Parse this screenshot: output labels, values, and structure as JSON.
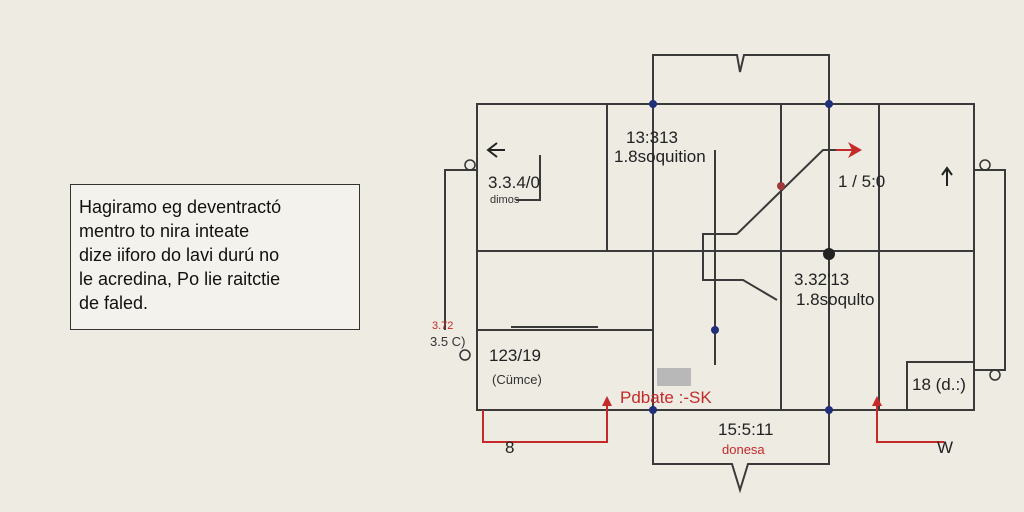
{
  "note": {
    "lines": [
      "Hagiramo eg deventractó",
      "mentro to nira inteate",
      "dize iiforo do lavi durú no",
      "le acredina, Po lie raitctie",
      "de faled."
    ]
  },
  "labels": {
    "top_center_value": "13:313",
    "top_center_sub": "1.8soquition",
    "left_value": "3.3.4/0",
    "left_sub": "dimos",
    "right_top_value": "1 / 5:0",
    "mid_right_value": "3.32'13",
    "mid_right_sub": "1.8soqulto",
    "bottom_left_value": "123/19",
    "bottom_left_sub": "(Cümce)",
    "red_label": "Pdbate :-SK",
    "bottom_center_value": "15:5:11",
    "bottom_center_sub": "donesa",
    "right_box_label": "18 (d.:)",
    "bottom_left_mark": "8",
    "bottom_right_mark": "W",
    "far_left_value": "3.72",
    "far_left_sub": "3.5 C)"
  },
  "colors": {
    "line": "#3a3a3a",
    "node": "#1f2f7a",
    "accent": "#c42a2a",
    "background": "#eeebe3"
  }
}
